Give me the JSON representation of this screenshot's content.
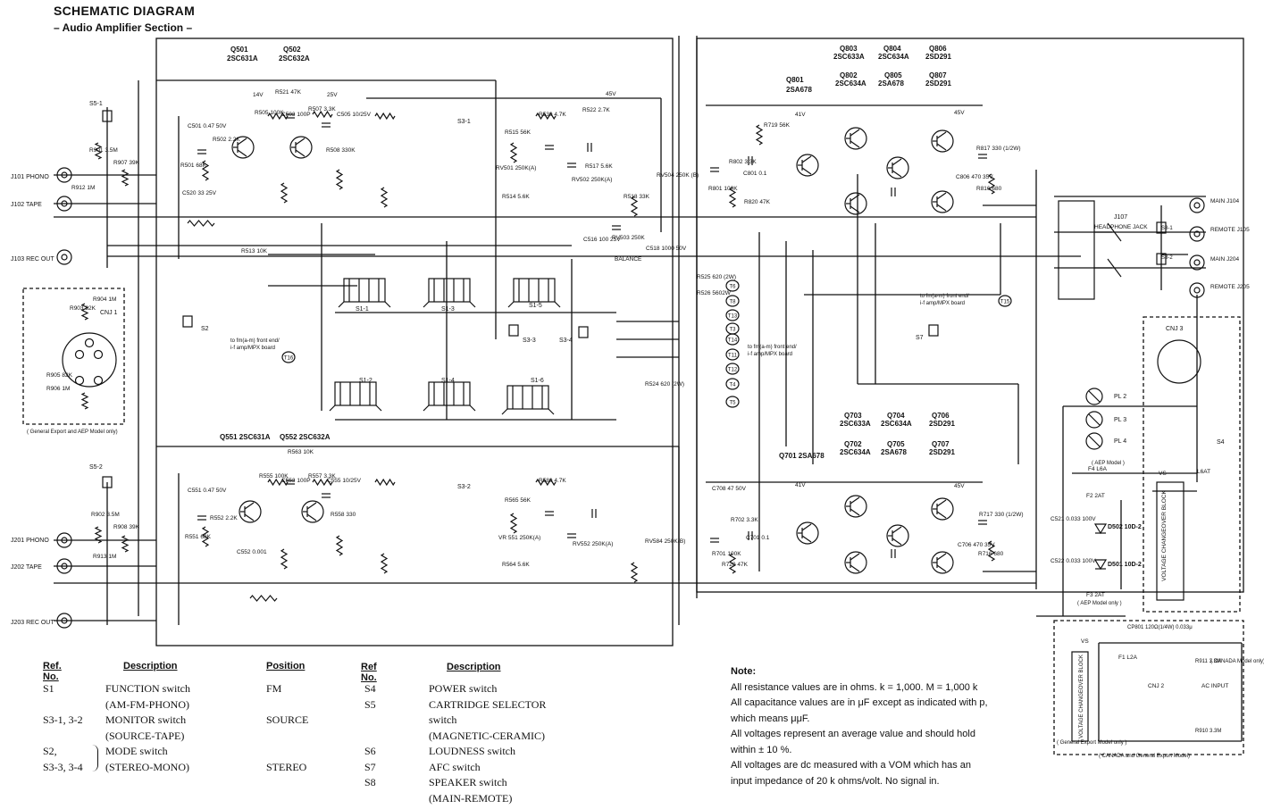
{
  "title": "SCHEMATIC DIAGRAM",
  "subtitle": "– Audio Amplifier Section –",
  "labels": {
    "q501": "Q501",
    "q501t": "2SC631A",
    "q502": "Q502",
    "q502t": "2SC632A",
    "q551": "Q551 2SC631A",
    "q552": "Q552 2SC632A",
    "q801": "Q801",
    "q801t": "2SA678",
    "q803": "Q803",
    "q803t": "2SC633A",
    "q804": "Q804",
    "q804t": "2SC634A",
    "q806": "Q806",
    "q806t": "2SD291",
    "q802": "Q802",
    "q802t": "2SC634A",
    "q805": "Q805",
    "q805t": "2SA678",
    "q807": "Q807",
    "q807t": "2SD291",
    "q703": "Q703",
    "q703t": "2SC633A",
    "q704": "Q704",
    "q704t": "2SC634A",
    "q706": "Q706",
    "q706t": "2SD291",
    "q702": "Q702",
    "q702t": "2SC634A",
    "q705": "Q705",
    "q705t": "2SA678",
    "q707": "Q707",
    "q707t": "2SD291",
    "q701": "Q701 2SA678",
    "j101": "J101  PHONO",
    "j102": "J102  TAPE",
    "j103": "J103  REC OUT",
    "j201": "J201  PHONO",
    "j202": "J202  TAPE",
    "j203": "J203  REC OUT",
    "j104": "MAIN J104",
    "j105": "REMOTE J105",
    "j204": "MAIN J204",
    "j205": "REMOTE J205",
    "j107": "J107",
    "hpjack": "HEADPHONE JACK",
    "cnj1": "CNJ 1",
    "cnj2": "CNJ 2",
    "cnj3": "CNJ 3",
    "s51": "S5-1",
    "s52": "S5-2",
    "s2": "S2",
    "s31": "S3-1",
    "s32": "S3-2",
    "s33": "S3-3",
    "s34": "S3-4",
    "s11": "S1-1",
    "s12": "S1-2",
    "s13": "S1-3",
    "s14": "S1-4",
    "s15": "S1-5",
    "s16": "S1-6",
    "s7": "S7",
    "s4": "S4",
    "s8a": "S8-1",
    "s8b": "S8-2",
    "tofm1": "to fm(a-m) front end/",
    "tofm1b": "i-f amp/MPX board",
    "tofm2": "to fm(a-m) front end/",
    "tofm2b": "i-f amp/MPX board",
    "tofm3": "to fm(a-m) front end/",
    "tofm3b": "i-f amp/MPX board",
    "balance": "BALANCE",
    "v45a": "45V",
    "v45b": "45V",
    "v45c": "45V",
    "v41a": "41V",
    "v41b": "41V",
    "v14": "14V",
    "v25": "25V",
    "r501": "R501 68K",
    "r502": "R502 2.2K",
    "r505": "R505 100K",
    "r521": "R521 47K",
    "r507": "R507 3.3K",
    "r508": "R508 330K",
    "r513": "R513 10K",
    "r522": "R522 2.7K",
    "r515": "R515 56K",
    "r530": "R530 4.7K",
    "r514": "R514 5.6K",
    "r518": "R518 33K",
    "r517": "R517 5.6K",
    "r524": "R524 620 (2W)",
    "r525": "R525 620 (2W)",
    "r526": "R526 5602W",
    "r901": "R901 3.5M",
    "r907": "R907 39K",
    "r912": "R912 1M",
    "r903": "R903 82K",
    "r904": "R904 1M",
    "r905": "R905 82K",
    "r906": "R906 1M",
    "r902": "R902 3.5M",
    "r908": "R908 39K",
    "r913": "R913 1M",
    "r563": "R563 10K",
    "r580": "R580 4.7K",
    "r565": "R565 56K",
    "r564": "R564 5.6K",
    "r551": "R551 68K",
    "r552": "R552 2.2K",
    "r555": "R555 100K",
    "r557": "R557 3.3K",
    "r558": "R558 330",
    "r701": "R701 100K",
    "r702": "R702 3.3K",
    "r720": "R720 47K",
    "r716": "R716 680",
    "r717": "R717 330 (1/2W)",
    "r801": "R801 100K",
    "r802": "R802 3.3K",
    "r820": "R820 47K",
    "r816": "R816 680",
    "r817": "R817 330 (1/2W)",
    "r719": "R719 56K",
    "c501": "C501 0.47 50V",
    "c520": "C520 33 25V",
    "c505": "C505 10/25V",
    "c503": "C503 100P",
    "c516": "C516 100 25V",
    "c518": "C518 1000 50V",
    "c551": "C551 0.47 50V",
    "c552": "C552 0.001",
    "c553": "C553 100P",
    "c555": "C555 10/25V",
    "c708": "C708 47 50V",
    "c701": "C701 0.1",
    "c801": "C801 0.1",
    "c806": "C806 470 35V",
    "c706": "C706 470 35V",
    "c521": "C521 0.033 100V",
    "c522": "C522 0.033 100V",
    "rv501": "RV501 250K(A)",
    "rv502": "RV502 250K(A)",
    "rv503": "RV503 250K",
    "rv504": "RV504 250K (B)",
    "vr551": "VR 551 250K(A)",
    "rv552": "RV552 250K(A)",
    "rv584": "RV584 250K(B)",
    "pl2": "PL 2",
    "pl3": "PL 3",
    "pl4": "PL 4",
    "f4": "F4 L6A",
    "f2": "F2 2AT",
    "f3": "F3 2AT",
    "f1": "F1 L2A",
    "l6at": "L6AT",
    "d502": "D502 10D-2",
    "d501": "D501 10D-2",
    "vs": "VS",
    "vcb": "VOLTAGE CHANGEOVER BLOCK",
    "aepmodel": "( AEP Model )",
    "aepmodelonly": "( AEP Model only )",
    "genexport": "( General Export and AEP Model only)",
    "genexport2": "( General Export Model only )",
    "canada": "( CANADA and General Export Model)",
    "acinput": "AC INPUT",
    "cp801": "CP801 120Ω(1/4W) 0.033μ",
    "r911": "R911 3.3M",
    "r910": "R910 3.3M",
    "canadaonly": "( CANADA Model only)"
  },
  "table": {
    "headers": [
      "Ref. No.",
      "Description",
      "Position",
      "Ref No.",
      "Description"
    ],
    "rows": [
      {
        "ref": "S1",
        "desc": "FUNCTION switch",
        "pos": "FM",
        "ref2": "S4",
        "desc2": "POWER switch"
      },
      {
        "ref": "",
        "desc": "(AM-FM-PHONO)",
        "pos": "",
        "ref2": "S5",
        "desc2": "CARTRIDGE SELECTOR"
      },
      {
        "ref": "S3-1, 3-2",
        "desc": "MONITOR switch",
        "pos": "SOURCE",
        "ref2": "",
        "desc2": "switch"
      },
      {
        "ref": "",
        "desc": "(SOURCE-TAPE)",
        "pos": "",
        "ref2": "",
        "desc2": "(MAGNETIC-CERAMIC)"
      },
      {
        "ref": "S2,",
        "desc": "MODE switch",
        "pos": "",
        "ref2": "S6",
        "desc2": "LOUDNESS switch"
      },
      {
        "ref": "S3-3, 3-4",
        "desc": "(STEREO-MONO)",
        "pos": "STEREO",
        "ref2": "S7",
        "desc2": "AFC switch"
      },
      {
        "ref": "",
        "desc": "",
        "pos": "",
        "ref2": "S8",
        "desc2": "SPEAKER switch"
      },
      {
        "ref": "",
        "desc": "",
        "pos": "",
        "ref2": "",
        "desc2": "(MAIN-REMOTE)"
      }
    ]
  },
  "notes": {
    "heading": "Note:",
    "lines": [
      "All resistance values are in ohms. k = 1,000. M = 1,000 k",
      "All capacitance values are in μF except as indicated with p,",
      "which means μμF.",
      "All voltages represent an average value and should hold",
      "within ± 10 %.",
      "All voltages are dc measured with a VOM which has an",
      "input impedance of 20 k ohms/volt. No signal in."
    ]
  },
  "terminals": [
    "T6",
    "T8",
    "T13",
    "T3",
    "T14",
    "T11",
    "T12",
    "T4",
    "T5",
    "T16",
    "T15"
  ]
}
